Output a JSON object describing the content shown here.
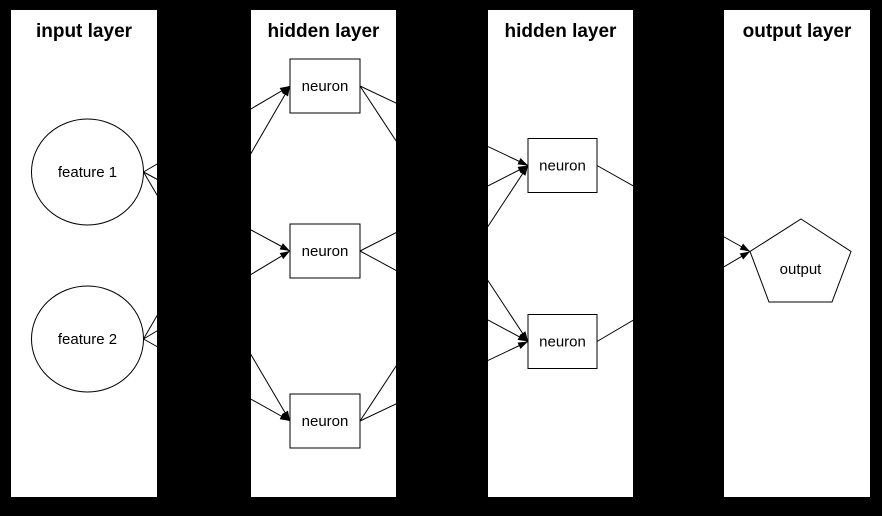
{
  "colors": {
    "background": "#000000",
    "panel": "#ffffff",
    "stroke": "#000000",
    "text": "#000000"
  },
  "diagram": {
    "panels": [
      {
        "id": "input",
        "title": "input layer"
      },
      {
        "id": "hidden1",
        "title": "hidden layer"
      },
      {
        "id": "hidden2",
        "title": "hidden layer"
      },
      {
        "id": "output",
        "title": "output layer"
      }
    ],
    "nodes": [
      {
        "id": "feature1",
        "label": "feature 1",
        "shape": "circle",
        "panel": "input"
      },
      {
        "id": "feature2",
        "label": "feature 2",
        "shape": "circle",
        "panel": "input"
      },
      {
        "id": "h1n1",
        "label": "neuron",
        "shape": "box",
        "panel": "hidden1"
      },
      {
        "id": "h1n2",
        "label": "neuron",
        "shape": "box",
        "panel": "hidden1"
      },
      {
        "id": "h1n3",
        "label": "neuron",
        "shape": "box",
        "panel": "hidden1"
      },
      {
        "id": "h2n1",
        "label": "neuron",
        "shape": "box",
        "panel": "hidden2"
      },
      {
        "id": "h2n2",
        "label": "neuron",
        "shape": "box",
        "panel": "hidden2"
      },
      {
        "id": "out",
        "label": "output",
        "shape": "pentagon",
        "panel": "output"
      }
    ],
    "edges": [
      {
        "from": "feature1",
        "to": "h1n1"
      },
      {
        "from": "feature1",
        "to": "h1n2"
      },
      {
        "from": "feature1",
        "to": "h1n3"
      },
      {
        "from": "feature2",
        "to": "h1n1"
      },
      {
        "from": "feature2",
        "to": "h1n2"
      },
      {
        "from": "feature2",
        "to": "h1n3"
      },
      {
        "from": "h1n1",
        "to": "h2n1"
      },
      {
        "from": "h1n1",
        "to": "h2n2"
      },
      {
        "from": "h1n2",
        "to": "h2n1"
      },
      {
        "from": "h1n2",
        "to": "h2n2"
      },
      {
        "from": "h1n3",
        "to": "h2n1"
      },
      {
        "from": "h1n3",
        "to": "h2n2"
      },
      {
        "from": "h2n1",
        "to": "out"
      },
      {
        "from": "h2n2",
        "to": "out"
      }
    ]
  }
}
